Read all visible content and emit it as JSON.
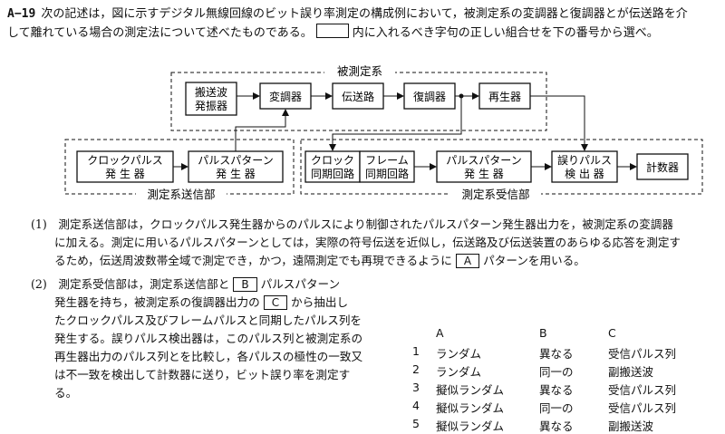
{
  "question": {
    "number": "A−19",
    "text_before_blank": "次の記述は，図に示すデジタル無線回線のビット誤り率測定の構成例において，被測定系の変調器と復調器とが伝送路を介",
    "text_line2_a": "して離れている場合の測定法について述べたものである。",
    "text_line2_b": "内に入れるべき字句の正しい組合せを下の番号から選べ。"
  },
  "diagram": {
    "system_label": "被測定系",
    "sender_label": "測定系送信部",
    "receiver_label": "測定系受信部",
    "carrier_osc": [
      "搬送波",
      "発振器"
    ],
    "modulator": "変調器",
    "channel": "伝送路",
    "demodulator": "復調器",
    "regenerator": "再生器",
    "clock_gen": [
      "クロックパルス",
      "発 生 器"
    ],
    "pattern_gen_tx": [
      "パルスパターン",
      "発 生 器"
    ],
    "clock_sync": [
      "クロック",
      "同期回路"
    ],
    "frame_sync": [
      "フレーム",
      "同期回路"
    ],
    "pattern_gen_rx": [
      "パルスパターン",
      "発 生 器"
    ],
    "error_detector": [
      "誤りパルス",
      "検 出 器"
    ],
    "counter": "計数器"
  },
  "para1": {
    "line1": "(1)　測定系送信部は，クロックパルス発生器からのパルスにより制御されたパルスパターン発生器出力を，被測定系の変調器",
    "line2": "に加える。測定に用いるパルスパターンとしては，実際の符号伝送を近似し，伝送路及び伝送装置のあらゆる応答を測定す",
    "line3a": "るため，伝送周波数帯全域で測定でき，かつ，遠隔測定でも再現できるように",
    "blank_a": "A",
    "line3b": "パターンを用いる。"
  },
  "para2": {
    "l1a": "(2)　測定系受信部は，測定系送信部と",
    "blank_b": "B",
    "l1b": "パルスパターン",
    "l2a": "発生器を持ち，被測定系の復調器出力の",
    "blank_c": "C",
    "l2b": "から抽出し",
    "l3": "たクロックパルス及びフレームパルスと同期したパルス列を",
    "l4": "発生する。誤りパルス検出器は，このパルス列と被測定系の",
    "l5": "再生器出力のパルス列とを比較し，各パルスの極性の一致又",
    "l6": "は不一致を検出して計数器に送り，ビット誤り率を測定す",
    "l7": "る。"
  },
  "options": {
    "headers": [
      "A",
      "B",
      "C"
    ],
    "rows": [
      {
        "num": "1",
        "a": "ランダム",
        "b": "異なる",
        "c": "受信パルス列"
      },
      {
        "num": "2",
        "a": "ランダム",
        "b": "同一の",
        "c": "副搬送波"
      },
      {
        "num": "3",
        "a": "擬似ランダム",
        "b": "異なる",
        "c": "受信パルス列"
      },
      {
        "num": "4",
        "a": "擬似ランダム",
        "b": "同一の",
        "c": "受信パルス列"
      },
      {
        "num": "5",
        "a": "擬似ランダム",
        "b": "異なる",
        "c": "副搬送波"
      }
    ]
  }
}
